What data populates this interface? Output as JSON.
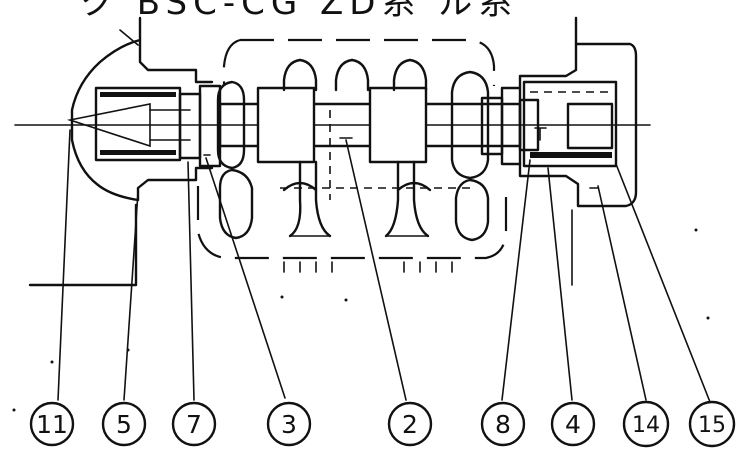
{
  "header": {
    "caption": "ク BSC-CG ZD系 ル系"
  },
  "callouts": [
    {
      "id": "callout-11",
      "label": "11"
    },
    {
      "id": "callout-5",
      "label": "5"
    },
    {
      "id": "callout-7",
      "label": "7"
    },
    {
      "id": "callout-3",
      "label": "3"
    },
    {
      "id": "callout-2",
      "label": "2"
    },
    {
      "id": "callout-8",
      "label": "8"
    },
    {
      "id": "callout-4",
      "label": "4"
    },
    {
      "id": "callout-14",
      "label": "14"
    },
    {
      "id": "callout-15",
      "label": "15"
    }
  ],
  "colors": {
    "ink": "#111111",
    "paper": "#ffffff"
  }
}
